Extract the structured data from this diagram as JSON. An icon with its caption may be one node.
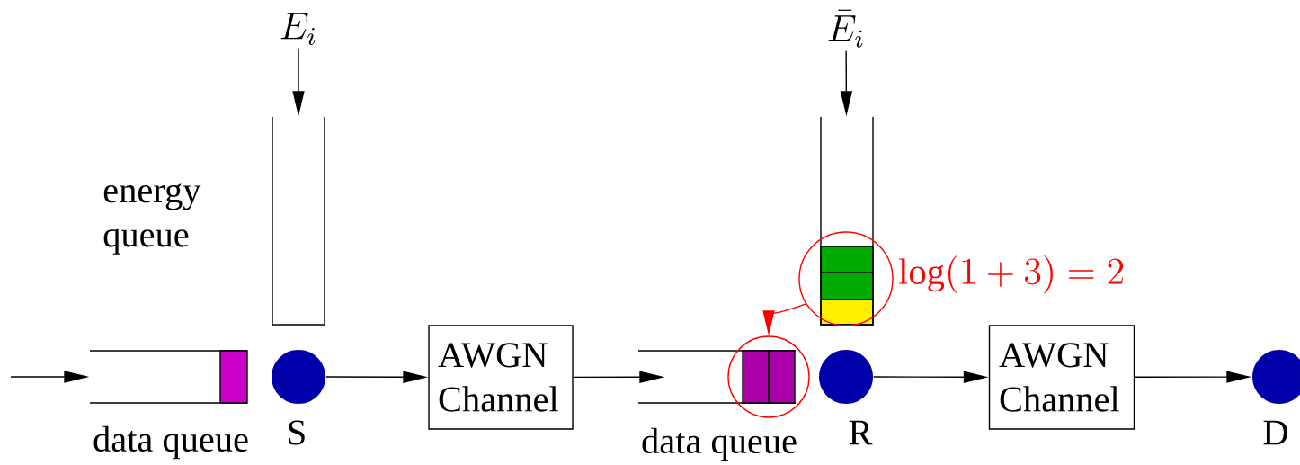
{
  "diagram": {
    "nodes": [
      {
        "text": [],
        "shape": "queue",
        "beside": [
          "data queue"
        ]
      },
      {
        "text": [],
        "shape": "circle",
        "beside": [
          "S"
        ]
      },
      {
        "text": [
          "AWGN Channel"
        ]
      },
      {
        "text": [],
        "shape": "queue",
        "beside": [
          "data queue"
        ]
      },
      {
        "text": [],
        "shape": "circle",
        "beside": [
          "R"
        ]
      },
      {
        "text": [
          "AWGN Channel"
        ]
      },
      {
        "text": [],
        "shape": "circle",
        "beside": [
          "D"
        ]
      },
      {
        "text": [],
        "shape": "queue",
        "beside": [
          "energy queue"
        ]
      },
      {
        "text": [
          "E_i"
        ]
      },
      {
        "text": [],
        "shape": "queue"
      },
      {
        "text": [
          "\\bar{E}_i"
        ]
      },
      {
        "text": [],
        "shape": "circle",
        "beside": [
          "\\log(1+3) = 2"
        ]
      },
      {
        "text": [],
        "shape": "circle"
      }
    ],
    "edges": [
      {
        "from": null,
        "to": 0,
        "arrow": "to"
      },
      {
        "from": 1,
        "to": 2,
        "arrow": "to"
      },
      {
        "from": 2,
        "to": 3,
        "arrow": "to"
      },
      {
        "from": 4,
        "to": 5,
        "arrow": "to"
      },
      {
        "from": 5,
        "to": 6,
        "arrow": "to"
      },
      {
        "from": 8,
        "to": 7,
        "arrow": "to"
      },
      {
        "from": 10,
        "to": 9,
        "arrow": "to"
      },
      {
        "from": 11,
        "to": 12,
        "arrow": "to",
        "color": "#ff0000"
      }
    ]
  }
}
